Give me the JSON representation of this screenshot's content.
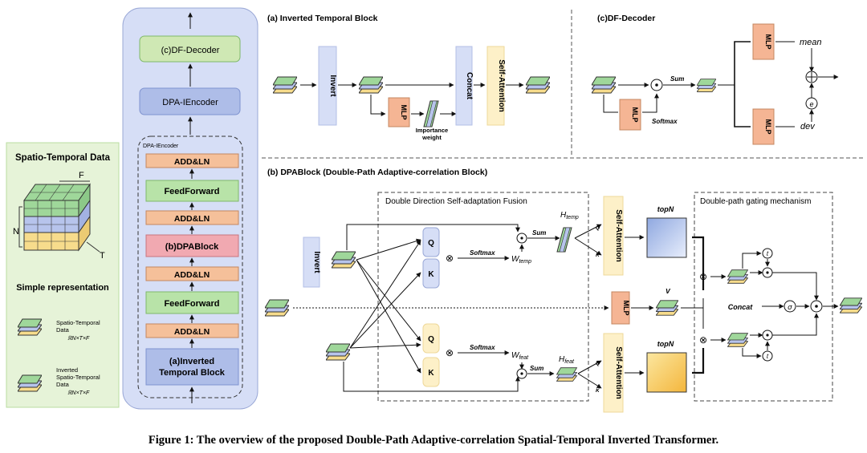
{
  "legend_panel": {
    "title": "Spatio-Temporal Data",
    "dim_f": "F",
    "dim_n": "N",
    "dim_t": "T",
    "simple_title": "Simple representation",
    "item1_line1": "Spatio-Temporal",
    "item1_line2": "Data",
    "item1_math": "ℝN×T×F",
    "item2_line1": "Inverted",
    "item2_line2": "Spatio-Temporal",
    "item2_line3": "Data",
    "item2_math": "ℝN×T×F"
  },
  "stack": {
    "decoder": "(c)DF-Decoder",
    "encoder": "DPA-IEncoder",
    "encoder_label": "DPA-IEncoder",
    "addln": "ADD&LN",
    "feedforward": "FeedForward",
    "dpablock": "(b)DPABlock",
    "itb_line1": "(a)Inverted",
    "itb_line2": "Temporal Block"
  },
  "panel_a": {
    "title": "(a) Inverted Temporal Block",
    "invert": "Invert",
    "mlp": "MLP",
    "concat": "Concat",
    "self_attention": "Self-Attention",
    "importance1": "Importance",
    "importance2": "weight"
  },
  "panel_c": {
    "title": "(c)DF-Decoder",
    "sum": "Sum",
    "softmax": "Softmax",
    "mlp": "MLP",
    "mean": "mean",
    "dev": "dev"
  },
  "panel_b": {
    "title": "(b) DPABlock (Double-Path Adaptive-correlation Block)",
    "fusion_title": "Double Direction Self-adaptation Fusion",
    "gating_title": "Double-path gating mechanism",
    "invert": "Invert",
    "q": "Q",
    "k": "K",
    "softmax": "Softmax",
    "w_temp": "temp",
    "w_feat": "feat",
    "sum": "Sum",
    "h_temp": "temp",
    "h_feat": "feat",
    "self_attention": "Self-Attention",
    "topn": "topN",
    "mlp": "MLP",
    "v": "V",
    "concat": "Concat"
  },
  "caption": "Figure 1: The overview of the proposed Double-Path Adaptive-correlation Spatial-Temporal Inverted Transformer."
}
